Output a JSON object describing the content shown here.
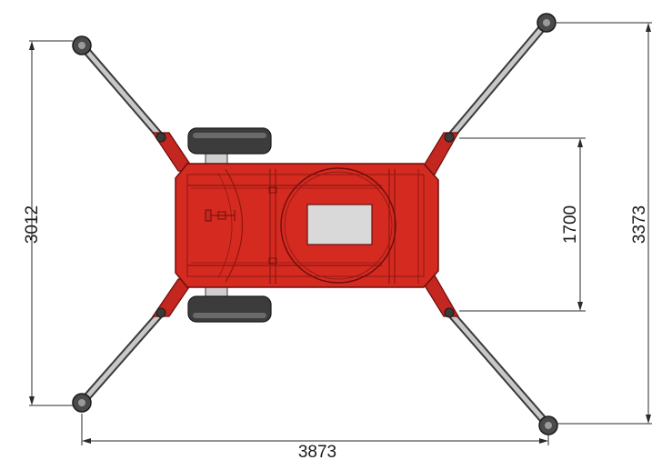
{
  "dimensions": {
    "overall_width": "3873",
    "left_span": "3012",
    "right_span": "3373",
    "inner_span": "1700"
  },
  "colors": {
    "chassis": "#d42a20",
    "chassis_dark": "#8e1712",
    "chassis_line": "#6b0f0b",
    "outrigger": "#c8c8c8",
    "outrigger_edge": "#3a3a3a",
    "tire": "#3c3c3c",
    "tire_highlight": "#6a6a6a",
    "pad": "#4a4a4a",
    "panel": "#d9d9d9",
    "dim_line": "#2a2a2a"
  }
}
